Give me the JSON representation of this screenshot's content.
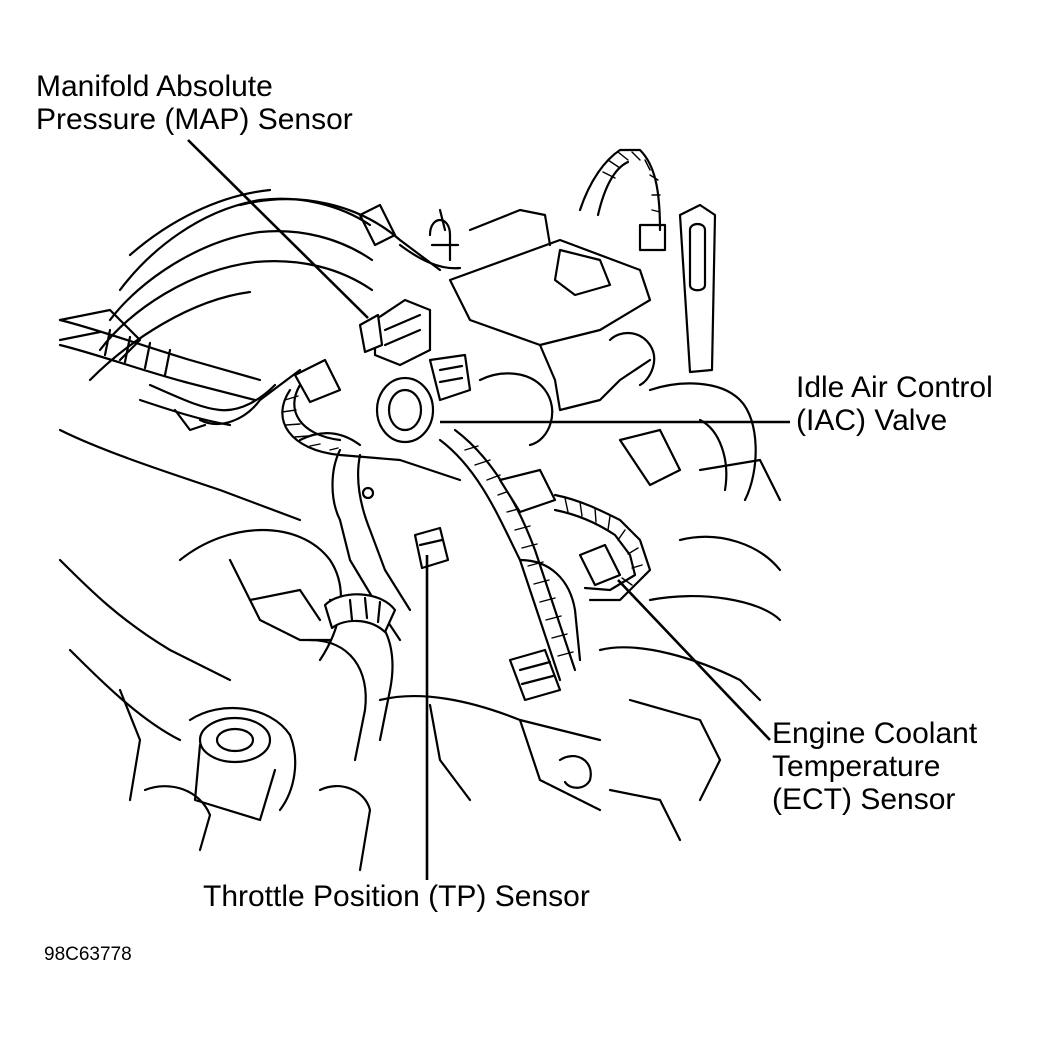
{
  "labels": {
    "map_sensor": [
      "Manifold Absolute",
      "Pressure (MAP) Sensor"
    ],
    "iac_valve": [
      "Idle Air Control",
      "(IAC) Valve"
    ],
    "ect_sensor": [
      "Engine Coolant",
      "Temperature",
      "(ECT) Sensor"
    ],
    "tp_sensor": [
      "Throttle Position (TP) Sensor"
    ]
  },
  "figure_id": "98C63778",
  "colors": {
    "line": "#000000",
    "background": "#ffffff"
  }
}
